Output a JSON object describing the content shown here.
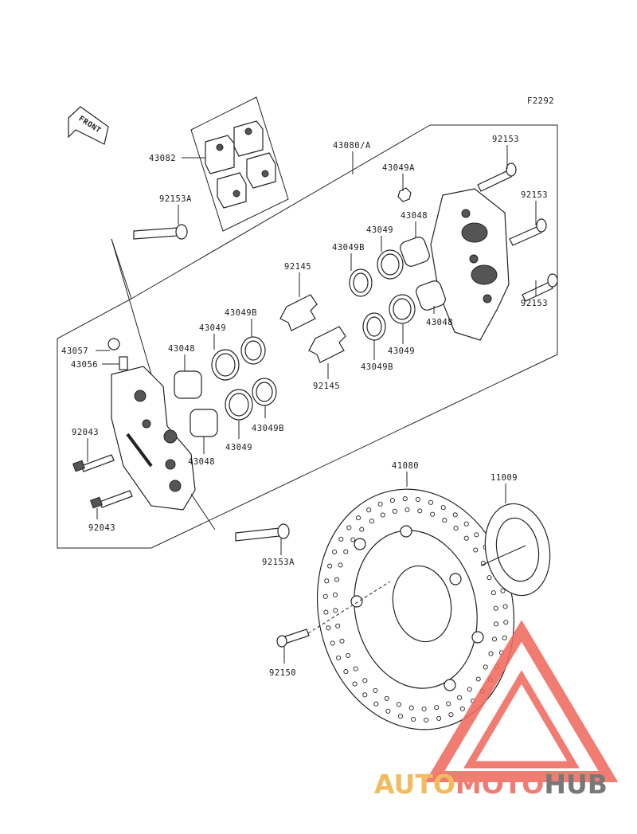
{
  "figure_code": "F2292",
  "front_tag": "FRONT",
  "watermark": {
    "part1": "AUTO",
    "part2": "MOTO",
    "part3": "HUB",
    "colors": {
      "auto": "#f2b24a",
      "moto": "#ef6a5f",
      "hub": "#666666"
    }
  },
  "labels": {
    "p43082": "43082",
    "p43080A": "43080/A",
    "p92153_a": "92153",
    "p92153_b": "92153",
    "p92153_c": "92153",
    "p43049A": "43049A",
    "p43048_top": "43048",
    "p43049_top": "43049",
    "p43049B_top": "43049B",
    "p92145_top": "92145",
    "p43048_mid": "43048",
    "p43049_mid": "43049",
    "p43049B_mid": "43049B",
    "p92145_bot": "92145",
    "p92153A_top": "92153A",
    "p43049B_l1": "43049B",
    "p43049_l1": "43049",
    "p43048_l1": "43048",
    "p43057": "43057",
    "p43056": "43056",
    "p92043_a": "92043",
    "p43049B_l2": "43049B",
    "p43049_l2": "43049",
    "p43048_l2": "43048",
    "p92043_b": "92043",
    "p41080": "41080",
    "p11009": "11009",
    "p92153A_bot": "92153A",
    "p92150": "92150"
  }
}
